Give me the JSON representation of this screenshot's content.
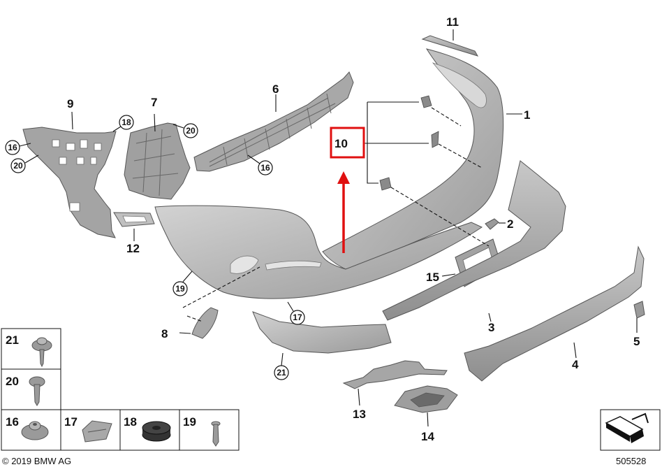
{
  "labels": {
    "p1": "1",
    "p2": "2",
    "p3": "3",
    "p4": "4",
    "p5": "5",
    "p6": "6",
    "p7": "7",
    "p8": "8",
    "p9": "9",
    "p10": "10",
    "p11": "11",
    "p12": "12",
    "p13": "13",
    "p14": "14",
    "p15": "15"
  },
  "circled": {
    "c16a": "16",
    "c20a": "20",
    "c18": "18",
    "c20b": "20",
    "c16b": "16",
    "c19": "19",
    "c17": "17",
    "c21": "21"
  },
  "legend": {
    "l21": "21",
    "l20": "20",
    "l16": "16",
    "l17": "17",
    "l18": "18",
    "l19": "19"
  },
  "footer": {
    "copyright": "© 2019 BMW AG",
    "diagram_number": "505528"
  },
  "colors": {
    "part_fill": "#b7b7b7",
    "part_dark": "#8c8c8c",
    "highlight": "#e01010"
  }
}
